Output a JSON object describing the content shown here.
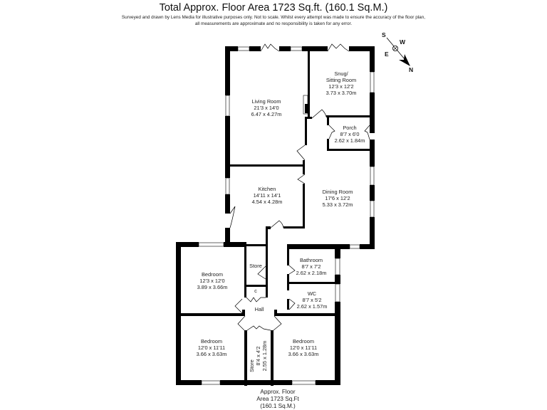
{
  "header": {
    "title": "Total Approx. Floor Area 1723 Sq.ft. (160.1 Sq.M.)",
    "disclaimer_line1": "Surveyed and drawn by Lens Media for illustrative purposes only. Not to scale. Whilst every attempt was made to ensure the accuracy of the floor plan,",
    "disclaimer_line2": "all measurements are approximate and no responsibility is taken for any error."
  },
  "compass": {
    "s": "S",
    "w": "W",
    "e": "E",
    "n": "N"
  },
  "rooms": {
    "living": {
      "name": "Living Room",
      "imperial": "21'3 x 14'0",
      "metric": "6.47 x 4.27m"
    },
    "snug": {
      "name_line1": "Snug/",
      "name_line2": "Sitting Room",
      "imperial": "12'3 x 12'2",
      "metric": "3.73 x 3.70m"
    },
    "porch": {
      "name": "Porch",
      "imperial": "8'7 x 6'0",
      "metric": "2.62 x 1.84m"
    },
    "kitchen": {
      "name": "Kitchen",
      "imperial": "14'11 x 14'1",
      "metric": "4.54 x 4.28m"
    },
    "dining": {
      "name": "Dining Room",
      "imperial": "17'6 x 12'2",
      "metric": "5.33 x 3.72m"
    },
    "bedroom1": {
      "name": "Bedroom",
      "imperial": "12'3 x 12'0",
      "metric": "3.89 x 3.66m"
    },
    "store1": {
      "name": "Store"
    },
    "cupboard": {
      "name": "c"
    },
    "bathroom": {
      "name": "Bathroom",
      "imperial": "8'7 x 7'2",
      "metric": "2.62 x 2.18m"
    },
    "wc": {
      "name": "WC",
      "imperial": "8'7 x 5'2",
      "metric": "2.62 x 1.57m"
    },
    "hall": {
      "name": "Hall"
    },
    "bedroom2": {
      "name": "Bedroom",
      "imperial": "12'0 x 11'11",
      "metric": "3.66 x 3.63m"
    },
    "store2": {
      "name": "Store",
      "imperial": "8'4 x 4'2",
      "metric": "2.55 x 1.28m"
    },
    "bedroom3": {
      "name": "Bedroom",
      "imperial": "12'0 x 11'11",
      "metric": "3.66 x 3.63m"
    }
  },
  "footer": {
    "line1": "Approx. Floor",
    "line2": "Area 1723 Sq.Ft",
    "line3": "(160.1 Sq.M.)"
  }
}
